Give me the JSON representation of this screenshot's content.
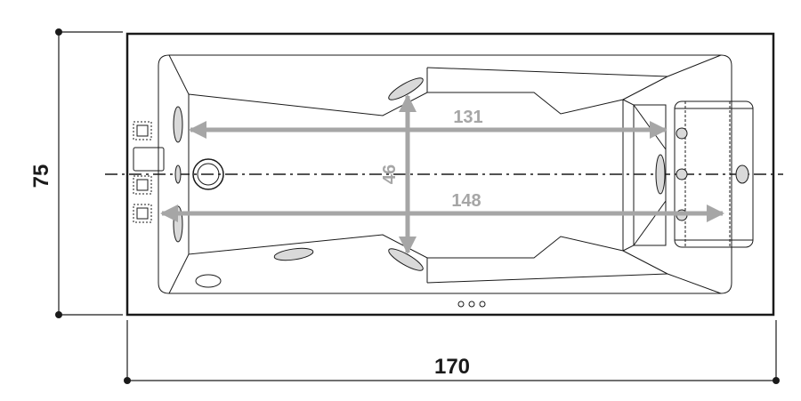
{
  "dimensions": {
    "overall_length": "170",
    "overall_width": "75",
    "inner_length_top": "131",
    "inner_length_bottom": "148",
    "inner_width": "46"
  },
  "colors": {
    "outline": "#1a1a1a",
    "dimension_gray": "#a6a6a6",
    "background": "#ffffff"
  },
  "icons": [
    "control-button-icon",
    "drain-icon",
    "jet-icon",
    "headrest-icon"
  ]
}
